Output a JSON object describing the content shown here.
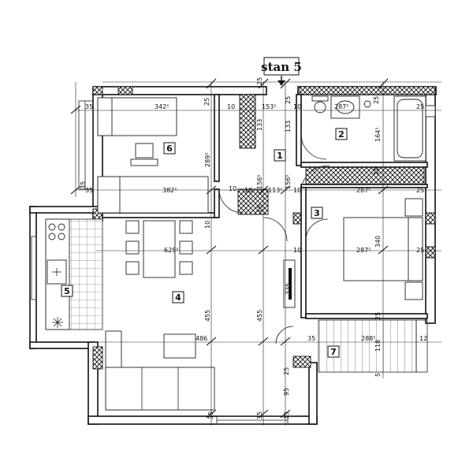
{
  "stamp": {
    "label": "stan 5"
  },
  "rooms": [
    {
      "id": "1",
      "label": "1"
    },
    {
      "id": "2",
      "label": "2"
    },
    {
      "id": "3",
      "label": "3"
    },
    {
      "id": "4",
      "label": "4"
    },
    {
      "id": "5",
      "label": "5"
    },
    {
      "id": "6",
      "label": "6"
    },
    {
      "id": "7",
      "label": "7"
    }
  ],
  "dimensions": [
    {
      "text": "35"
    },
    {
      "text": "342⁵"
    },
    {
      "text": "25"
    },
    {
      "text": "10"
    },
    {
      "text": "153⁵"
    },
    {
      "text": "10"
    },
    {
      "text": "287⁵"
    },
    {
      "text": "25"
    },
    {
      "text": "25"
    },
    {
      "text": "25"
    },
    {
      "text": "133"
    },
    {
      "text": "133"
    },
    {
      "text": "164⁵"
    },
    {
      "text": "289⁵"
    },
    {
      "text": "35"
    },
    {
      "text": "382⁵"
    },
    {
      "text": "10"
    },
    {
      "text": "113⁵"
    },
    {
      "text": "10"
    },
    {
      "text": "287⁵"
    },
    {
      "text": "25"
    },
    {
      "text": "156⁵"
    },
    {
      "text": "156⁵"
    },
    {
      "text": "10"
    },
    {
      "text": "10"
    },
    {
      "text": "10"
    },
    {
      "text": "625⁵"
    },
    {
      "text": "10"
    },
    {
      "text": "287⁵"
    },
    {
      "text": "25"
    },
    {
      "text": "340"
    },
    {
      "text": "335"
    },
    {
      "text": "455"
    },
    {
      "text": "455"
    },
    {
      "text": "486"
    },
    {
      "text": "35"
    },
    {
      "text": "288⁵"
    },
    {
      "text": "12"
    },
    {
      "text": "118"
    },
    {
      "text": "25"
    },
    {
      "text": "25"
    },
    {
      "text": "95"
    },
    {
      "text": "35"
    },
    {
      "text": "35"
    },
    {
      "text": "35"
    },
    {
      "text": "25"
    },
    {
      "text": "35"
    },
    {
      "text": "5"
    },
    {
      "text": "10"
    }
  ]
}
